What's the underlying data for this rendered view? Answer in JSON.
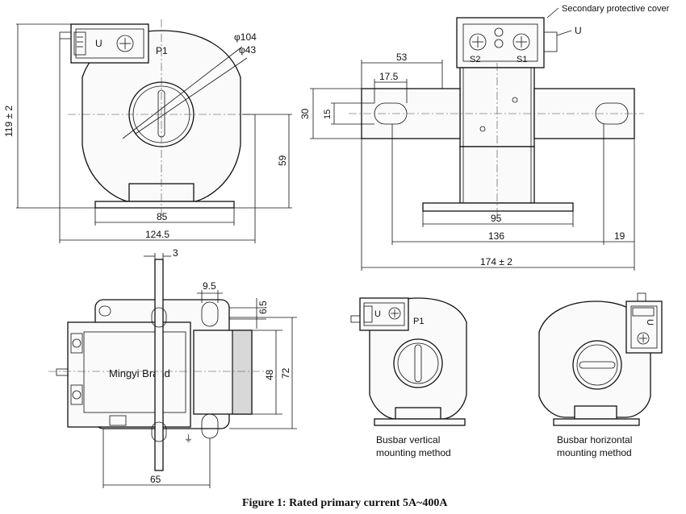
{
  "labels": {
    "secondary_cover": "Secondary protective cover",
    "u_top_left": "U",
    "p1_top_left": "P1",
    "dia_outer": "φ104",
    "dia_inner": "φ43",
    "dim_119": "119 ± 2",
    "dim_59": "59",
    "dim_85": "85",
    "dim_124_5": "124.5",
    "u_top_right": "U",
    "s2": "S2",
    "s1": "S1",
    "dim_53": "53",
    "dim_17_5": "17.5",
    "dim_30": "30",
    "dim_15": "15",
    "dim_95": "95",
    "dim_136": "136",
    "dim_19": "19",
    "dim_174": "174 ± 2",
    "dim_3": "3",
    "dim_9_5": "9.5",
    "dim_6_5": "6.5",
    "dim_48": "48",
    "dim_72": "72",
    "dim_65": "65",
    "brand": "Mingyi Brand",
    "u_vert": "U",
    "p1_vert": "P1",
    "u_horiz": "U",
    "vertical_line1": "Busbar vertical",
    "vertical_line2": "mounting method",
    "horizontal_line1": "Busbar horizontal",
    "horizontal_line2": "mounting method",
    "caption": "Figure 1: Rated primary current 5A~400A"
  }
}
